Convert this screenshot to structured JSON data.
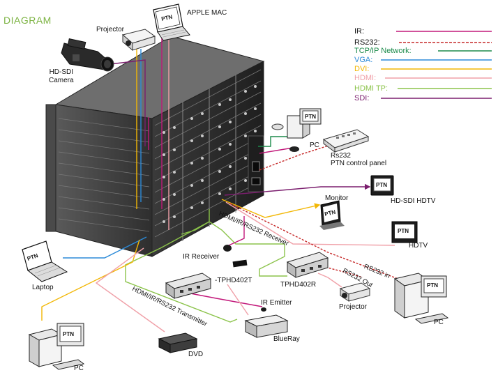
{
  "title": "DIAGRAM",
  "legend": [
    {
      "label": "IR:",
      "color": "#c2187a",
      "style": "solid"
    },
    {
      "label": "RS232:",
      "color": "#c62828",
      "style": "dashed"
    },
    {
      "label": "TCP/IP Network:",
      "color": "#1b8a4a",
      "style": "solid"
    },
    {
      "label": "VGA:",
      "color": "#2b8ad8",
      "style": "solid"
    },
    {
      "label": "DVI:",
      "color": "#f2b705",
      "style": "solid"
    },
    {
      "label": "HDMI:",
      "color": "#f0a0a8",
      "style": "solid"
    },
    {
      "label": "HDMI TP:",
      "color": "#8bc34a",
      "style": "solid"
    },
    {
      "label": "SDI:",
      "color": "#7b1e6e",
      "style": "solid"
    }
  ],
  "devices": {
    "apple_mac": "APPLE MAC",
    "projector_top": "Projector",
    "camera": "HD-SDI\nCamera",
    "pc_top": "PC",
    "control_panel": "Rs232\nPTN control panel",
    "hdsdi_hdtv": "HD-SDI HDTV",
    "monitor": "Monitor",
    "hdtv": "HDTV",
    "laptop": "Laptop",
    "ir_receiver": "IR Receiver",
    "tphd402t": "TPHD402T",
    "tphd402r": "TPHD402R",
    "ir_emitter": "IR Emitter",
    "projector_bottom": "Projector",
    "pc_right": "PC",
    "pc_left": "PC",
    "dvd": "DVD",
    "blueray": "BlueRay"
  },
  "cable_labels": {
    "receiver": "HDMI/IR/RS232 Receiver",
    "transmitter": "HDMI/IR/RS232 Transmitter",
    "rs232_in": "RS232 in",
    "rs232_out": "RS232 Out"
  },
  "brand": "PTN"
}
